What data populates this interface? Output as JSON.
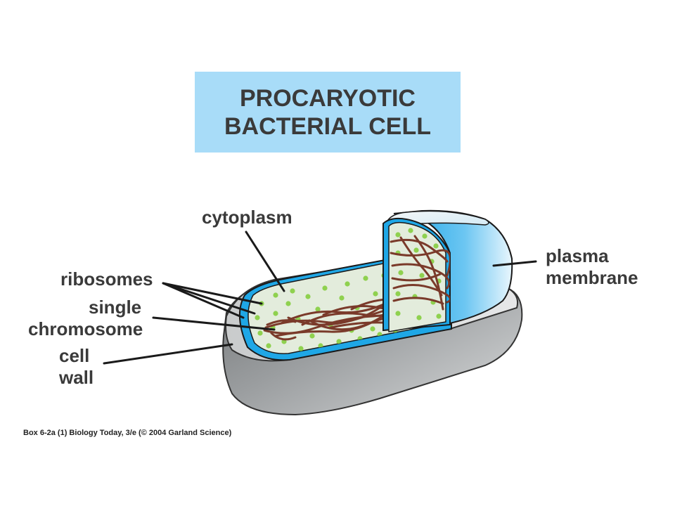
{
  "title": {
    "line1": "PROCARYOTIC",
    "line2": "BACTERIAL CELL"
  },
  "labels": {
    "cytoplasm": "cytoplasm",
    "ribosomes": "ribosomes",
    "single_chromosome_line1": "single",
    "single_chromosome_line2": "chromosome",
    "cell_wall_line1": "cell",
    "cell_wall_line2": "wall",
    "plasma_membrane_line1": "plasma",
    "plasma_membrane_line2": "membrane"
  },
  "caption": "Box 6-2a (1)  Biology Today, 3/e (© 2004 Garland Science)",
  "colors": {
    "title_background": "#a8dcf8",
    "cell_wall": "#8c8f91",
    "plasma_membrane": "#1fa7e6",
    "cytoplasm": "#e3ecdc",
    "ribosome": "#8fd14f",
    "chromosome": "#7a3a2a",
    "label_text": "#3a3a3a"
  }
}
